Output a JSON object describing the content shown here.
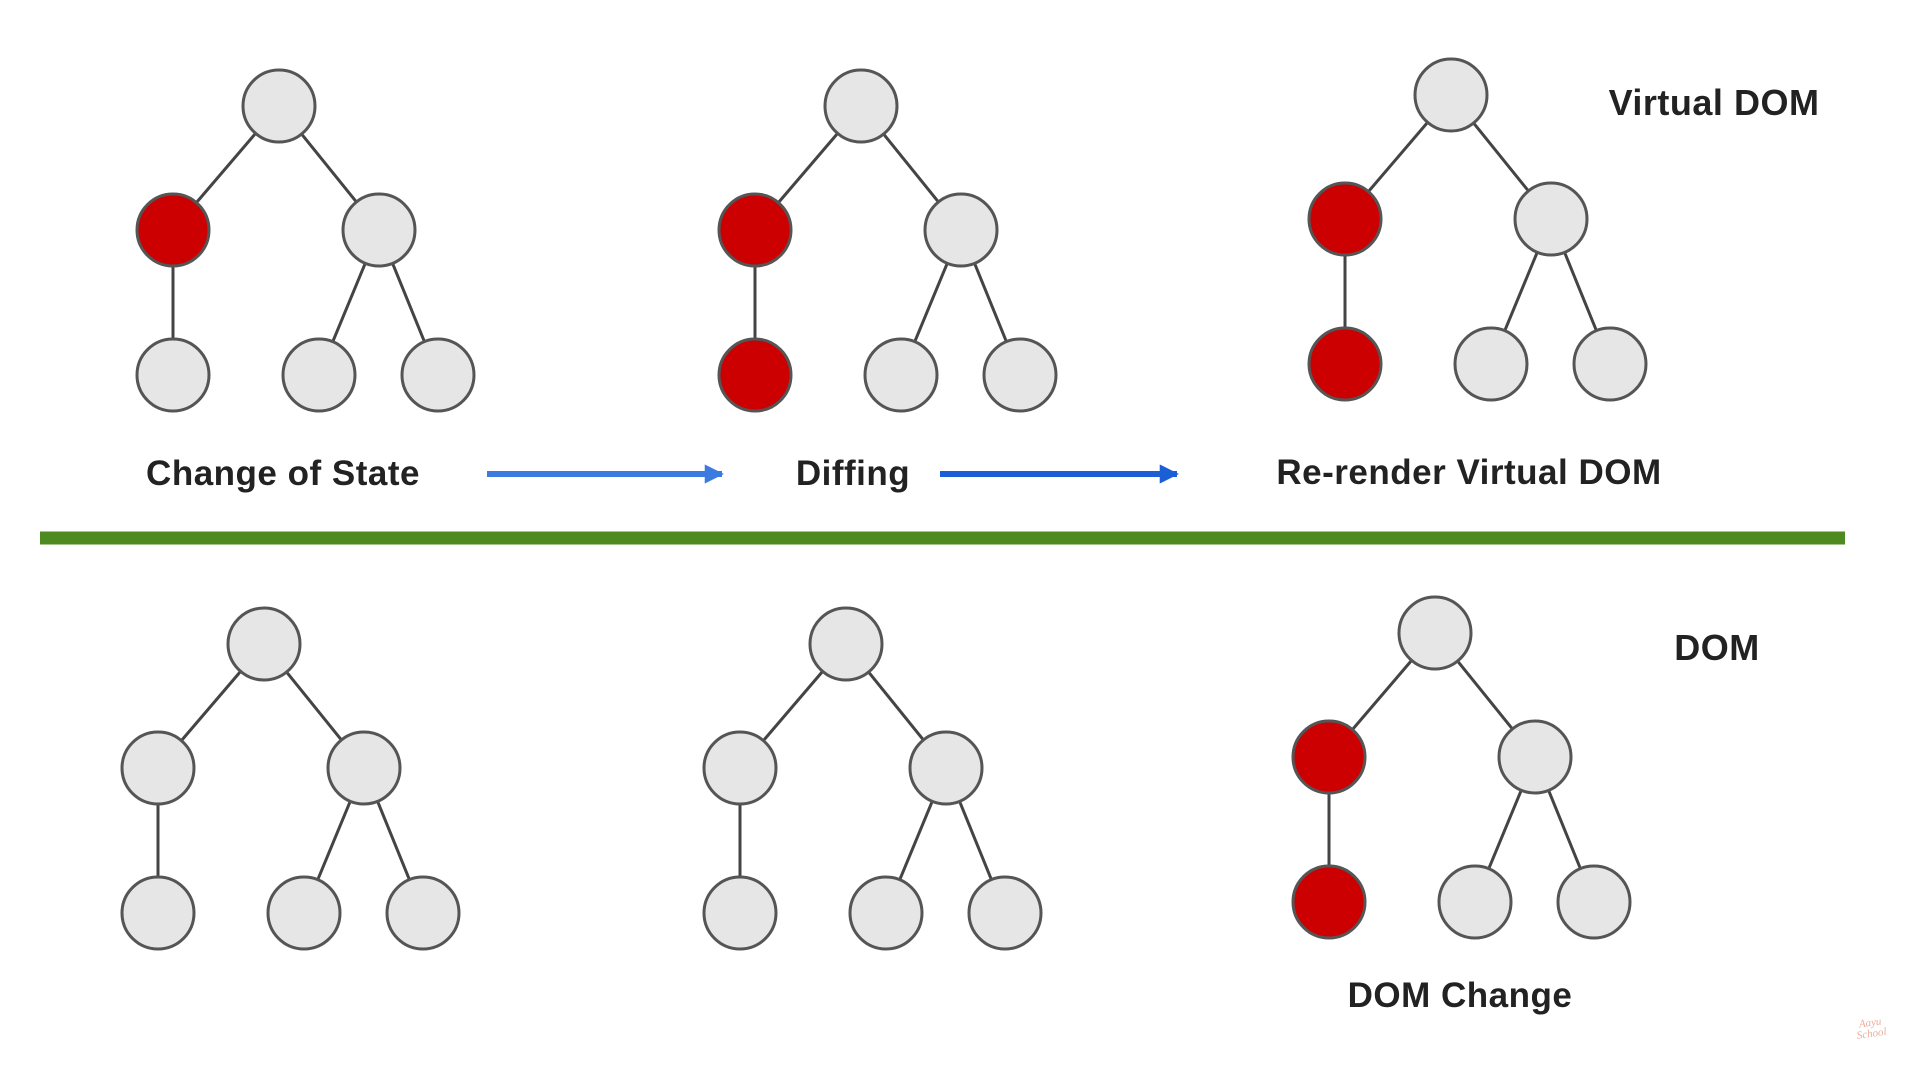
{
  "colors": {
    "node_default": "#e6e6e6",
    "node_changed": "#cc0000",
    "node_stroke": "#555555",
    "edge": "#444444",
    "divider": "#4d8a1f",
    "arrow_1": "#3b7be0",
    "arrow_2": "#1a5fd6"
  },
  "sections": {
    "virtual_dom": {
      "heading": "Virtual DOM"
    },
    "dom": {
      "heading": "DOM"
    }
  },
  "stages": {
    "change_of_state": "Change of State",
    "diffing": "Diffing",
    "rerender": "Re-render Virtual DOM",
    "dom_change": "DOM Change"
  },
  "trees": [
    {
      "id": "vdom-change-of-state",
      "highlighted": [
        "left-child"
      ]
    },
    {
      "id": "vdom-diffing",
      "highlighted": [
        "left-child",
        "left-grandchild"
      ]
    },
    {
      "id": "vdom-rerender",
      "highlighted": [
        "left-child",
        "left-grandchild"
      ]
    },
    {
      "id": "dom-before",
      "highlighted": []
    },
    {
      "id": "dom-diffing",
      "highlighted": []
    },
    {
      "id": "dom-changed",
      "highlighted": [
        "left-child",
        "left-grandchild"
      ]
    }
  ],
  "watermark": {
    "line1": "Aayu",
    "line2": "School"
  }
}
